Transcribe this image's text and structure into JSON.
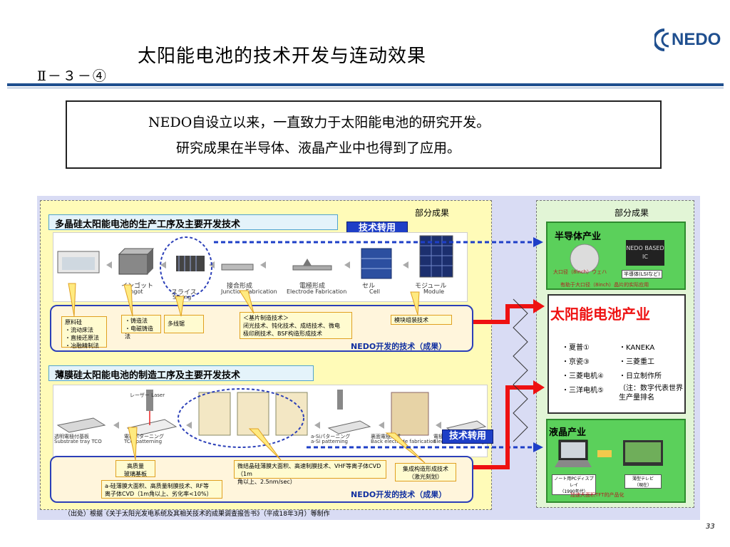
{
  "header": {
    "title": "太阳能电池的技术开发与连动效果",
    "section": "Ⅱ－３－④",
    "logo_text": "NEDO"
  },
  "message": {
    "line1": "NEDO自设立以来，一直致力于太阳能电池的研究开发。",
    "line2": "研究成果在半导体、液晶产业中也得到了应用。"
  },
  "poly": {
    "heading": "多晶硅太阳能电池的生产工序及主要开发技术",
    "tech_transfer": "技术转用",
    "partial_results": "部分成果",
    "steps": [
      {
        "jp": "インゴット",
        "en": "Ingot"
      },
      {
        "jp": "スライス",
        "en": "Slicing"
      },
      {
        "jp": "接合形成",
        "en": "Junction Fabrication"
      },
      {
        "jp": "電極形成",
        "en": "Electrode Fabrication"
      },
      {
        "jp": "セル",
        "en": "Cell"
      },
      {
        "jp": "モジュール",
        "en": "Module"
      }
    ],
    "notes": {
      "material": [
        "原料硅",
        "・流动床法",
        "・直接还原法",
        "・冶融精制法"
      ],
      "casting": [
        "・铸造法",
        "・电磁铸造法"
      ],
      "saw": "多线锯",
      "cell_tech": [
        "＜基片制造技术＞",
        "闭光技术、钝化技术、成结技术、微电",
        "极印刷技术、BSF构造形成技术"
      ],
      "module_tech": "模块组装技术"
    },
    "nedo_results": "NEDO开发的技术（成果）"
  },
  "thin": {
    "heading": "薄膜硅太阳能电池的制造工序及主要开发技术",
    "tech_transfer": "技术转用",
    "steps": [
      {
        "jp": "透明電極付基板",
        "en": "Substrate tray TCO"
      },
      {
        "jp": "電極パターニング",
        "en": "TCO patterning"
      },
      {
        "jp": "a-Siパターニング",
        "en": "a-Si patterning"
      },
      {
        "jp": "裏面電極形成",
        "en": "Back electrode fabrication"
      },
      {
        "jp": "電極パターニング",
        "en": "Electrode patterning"
      }
    ],
    "labels": {
      "laser": "レーザー Laser"
    },
    "notes": {
      "glass": [
        "高质量",
        "玻璃基板"
      ],
      "asi": [
        "a-硅薄膜大面积、高质量制膜技术、RF等",
        "离子体CVD（1m角以上、劣化率<10%）"
      ],
      "micro": [
        "微结晶硅薄膜大面积、高速制膜技术、VHF等离子体CVD（1m",
        "角以上、2.5nm/sec）"
      ],
      "integrated": [
        "集成构造形成技术",
        "（激光刻划）"
      ]
    },
    "nedo_results": "NEDO开发的技术（成果）"
  },
  "right": {
    "partial_results": "部分成果",
    "semi": {
      "title": "半导体产业",
      "wafer_caption": "大口径（8inch）ウェハ",
      "chip_label": "半導体(LSIなど)",
      "chip_text": "NEDO\nBASED IC",
      "note": "有助于大口径（8inch）晶片的实际应用"
    },
    "solar": {
      "title": "太阳能电池产业",
      "col1": [
        "・夏普①",
        "・京瓷③",
        "・三菱电机④",
        "・三洋电机⑤"
      ],
      "col2": [
        "・KANEKA",
        "・三菱重工",
        "・日立制作所",
        "（注：数字代表世界生产量排名"
      ]
    },
    "lcd": {
      "title": "液晶产业",
      "notebook": [
        "ノート用PCディスプレイ",
        "（1990年代）"
      ],
      "tv": [
        "薄型テレビ",
        "（現在）"
      ],
      "note": "加速大面积TFT的产品化"
    }
  },
  "footer": {
    "source": "（出处）根据《关于太阳光发电系统及其相关技术的成果调查报告书》（平成18年3月）等制作",
    "page": "33"
  },
  "colors": {
    "accent_blue": "#1f4f8f",
    "transfer_blue": "#1e3fc7",
    "arrow_red": "#ee1111",
    "panel_lavender": "#d9dcf4",
    "left_yellow": "#fffbb8",
    "right_green": "#e2f5d6",
    "green_box": "#5bd05b"
  }
}
